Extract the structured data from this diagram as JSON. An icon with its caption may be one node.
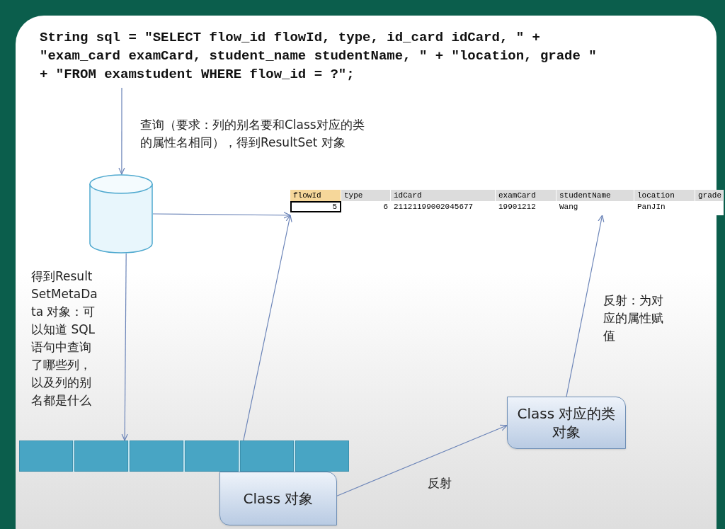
{
  "diagram": {
    "nodes": [
      {
        "text": [
          "String sql = \"SELECT flow_id flowId, type, id_card idCard, \" + \"exam_card examCard, student_name studentName, \" + \"location, grade \" + \"FROM examstudent WHERE flow_id = ?\";"
        ]
      },
      {
        "text": [],
        "shape": "cylinder"
      },
      {
        "text": [
          "flowId",
          "type",
          "idCard",
          "examCard",
          "studentName",
          "location",
          "grade",
          "5",
          "6",
          "21121199002045677",
          "19901212",
          "Wang",
          "PanJIn"
        ]
      },
      {
        "text": [],
        "shape": "bar"
      },
      {
        "text": [
          "Class 对象"
        ]
      },
      {
        "text": [
          "Class 对应的类对象"
        ]
      }
    ],
    "edges": [
      {
        "from": 0,
        "to": 1,
        "arrow": "to",
        "label": "查询（要求：列的别名要和Class对应的类的属性名相同），得到ResultSet 对象"
      },
      {
        "from": 1,
        "to": 2,
        "arrow": "to"
      },
      {
        "from": 1,
        "to": 3,
        "arrow": "to",
        "label": "得到ResultSetMetaData 对象：可以知道 SQL 语句中查询了哪些列，以及列的别名都是什么"
      },
      {
        "from": 3,
        "to": 2,
        "arrow": "to"
      },
      {
        "from": 4,
        "to": 5,
        "arrow": "to",
        "label": "反射"
      },
      {
        "from": 5,
        "to": 2,
        "arrow": "to",
        "label": "反射：为对应的属性赋值"
      }
    ]
  }
}
